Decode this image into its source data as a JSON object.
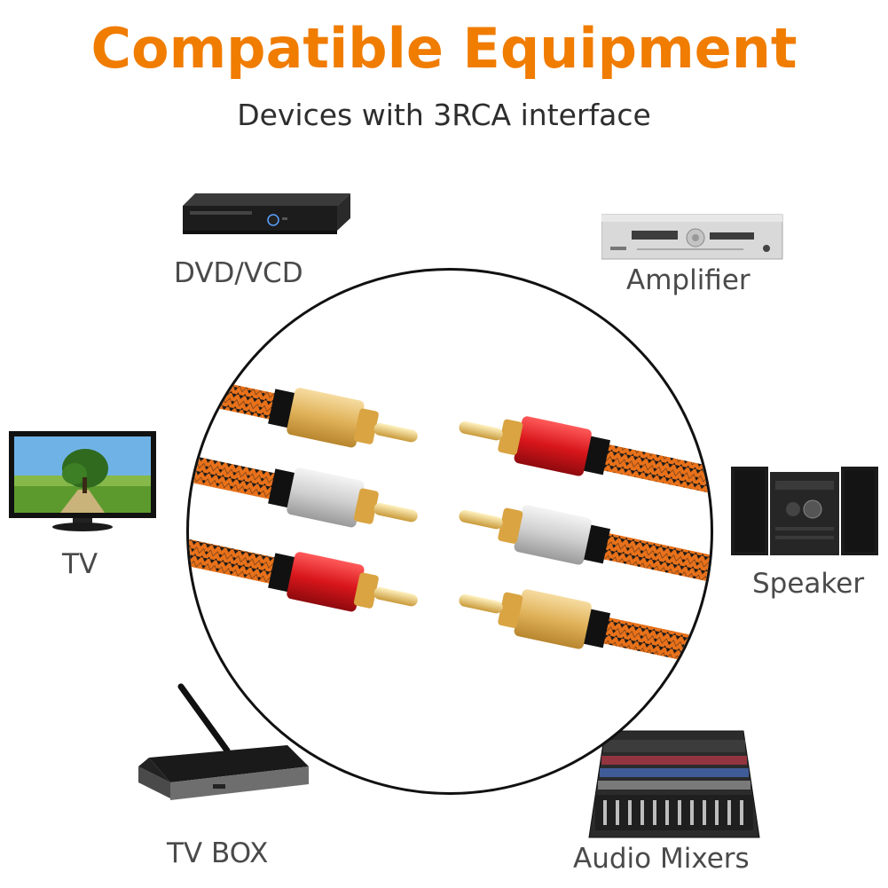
{
  "header": {
    "title": "Compatible Equipment",
    "subtitle": "Devices with 3RCA interface"
  },
  "devices": {
    "dvd": {
      "label": "DVD/VCD",
      "icon": "dvd-player-icon"
    },
    "amplifier": {
      "label": "Amplifier",
      "icon": "amplifier-icon"
    },
    "tv": {
      "label": "TV",
      "icon": "tv-icon"
    },
    "speaker": {
      "label": "Speaker",
      "icon": "speaker-system-icon"
    },
    "tvbox": {
      "label": "TV BOX",
      "icon": "tv-box-icon"
    },
    "mixer": {
      "label": "Audio Mixers",
      "icon": "audio-mixer-icon"
    }
  },
  "colors": {
    "title": "#f07c00",
    "cable_orange": "#e8711a",
    "plug_gold": "#e8c070",
    "plug_silver": "#d8d8d8",
    "plug_red": "#d8161b"
  }
}
